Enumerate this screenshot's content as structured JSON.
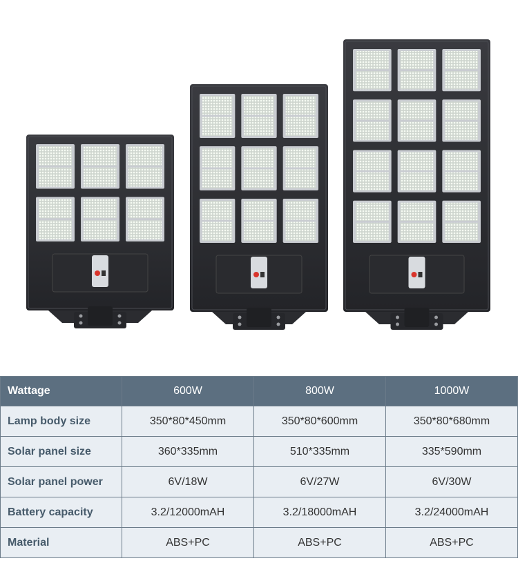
{
  "image": {
    "subject": "three solar street lights of increasing size",
    "colors": {
      "housing": "#2e2f33",
      "panel_frame": "#c9ccd1",
      "led": "#e8f0e2",
      "sensor_red": "#d9342b"
    }
  },
  "table": {
    "header": {
      "label": "Wattage",
      "values": [
        "600W",
        "800W",
        "1000W"
      ]
    },
    "rows": [
      {
        "label": "Lamp body size",
        "values": [
          "350*80*450mm",
          "350*80*600mm",
          "350*80*680mm"
        ]
      },
      {
        "label": "Solar panel size",
        "values": [
          "360*335mm",
          "510*335mm",
          "335*590mm"
        ]
      },
      {
        "label": "Solar panel power",
        "values": [
          "6V/18W",
          "6V/27W",
          "6V/30W"
        ]
      },
      {
        "label": "Battery capacity",
        "values": [
          "3.2/12000mAH",
          "3.2/18000mAH",
          "3.2/24000mAH"
        ]
      },
      {
        "label": "Material",
        "values": [
          "ABS+PC",
          "ABS+PC",
          "ABS+PC"
        ]
      }
    ]
  }
}
